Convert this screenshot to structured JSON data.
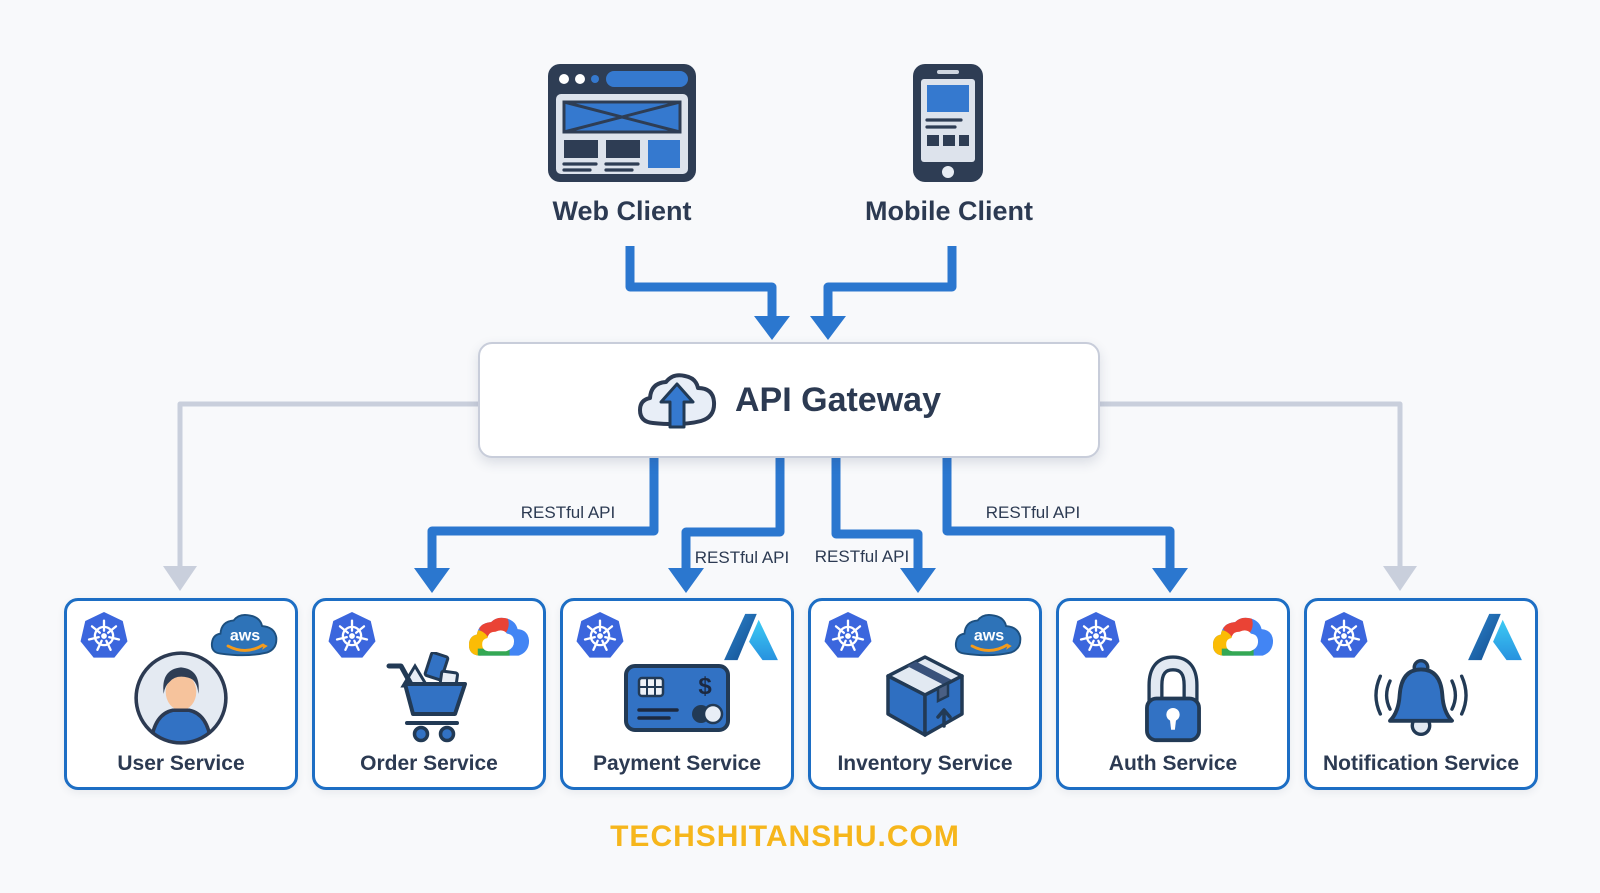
{
  "clients": [
    {
      "label": "Web Client",
      "icon": "web-browser-icon"
    },
    {
      "label": "Mobile Client",
      "icon": "mobile-phone-icon"
    }
  ],
  "gateway": {
    "label": "API Gateway",
    "icon": "cloud-upload-icon"
  },
  "connection_labels": [
    {
      "text": "RESTful API",
      "edge": "gateway-to-order-service"
    },
    {
      "text": "RESTful API",
      "edge": "gateway-to-payment-service"
    },
    {
      "text": "RESTful API",
      "edge": "gateway-to-inventory-service"
    },
    {
      "text": "RESTful API",
      "edge": "gateway-to-auth-service"
    }
  ],
  "services": [
    {
      "label": "User Service",
      "platform_icon": "kubernetes-icon",
      "cloud_icon": "aws-cloud-icon",
      "main_icon": "user-avatar-icon"
    },
    {
      "label": "Order Service",
      "platform_icon": "kubernetes-icon",
      "cloud_icon": "google-cloud-icon",
      "main_icon": "shopping-cart-icon"
    },
    {
      "label": "Payment Service",
      "platform_icon": "kubernetes-icon",
      "cloud_icon": "azure-icon",
      "main_icon": "credit-card-icon"
    },
    {
      "label": "Inventory Service",
      "platform_icon": "kubernetes-icon",
      "cloud_icon": "aws-cloud-icon",
      "main_icon": "package-box-icon"
    },
    {
      "label": "Auth Service",
      "platform_icon": "kubernetes-icon",
      "cloud_icon": "google-cloud-icon",
      "main_icon": "padlock-icon"
    },
    {
      "label": "Notification Service",
      "platform_icon": "kubernetes-icon",
      "cloud_icon": "azure-icon",
      "main_icon": "bell-icon"
    }
  ],
  "icons": {
    "aws_text": "aws",
    "dollar_sign": "$"
  },
  "footer": {
    "text": "TECHSHITANSHU.COM"
  },
  "colors": {
    "background": "#f8f9fb",
    "arrow_blue": "#2b77cf",
    "arrow_gray": "#c9cfdc",
    "text_navy": "#2c3a52",
    "service_border_blue": "#1d6ec4",
    "gateway_border_gray": "#c8cdda",
    "footer_yellow": "#f6b61c",
    "kubernetes_blue": "#3b66dd",
    "aws_blue": "#2e73b8",
    "aws_orange": "#f49b1b",
    "gcp_red": "#ea4335",
    "gcp_yellow": "#fbbc05",
    "gcp_green": "#34a853",
    "gcp_blue": "#4285f4",
    "azure_light_blue": "#35a3e8",
    "icon_fill_blue": "#3272c4"
  }
}
